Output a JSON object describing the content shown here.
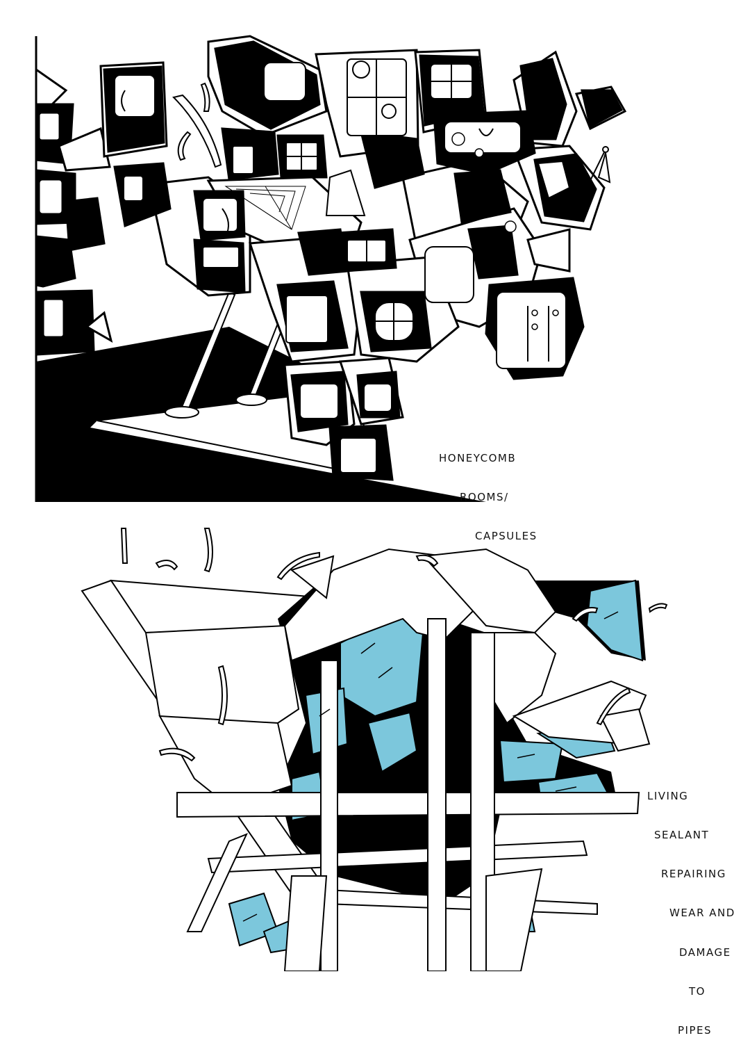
{
  "captions": {
    "top": [
      "HONEYCOMB",
      "ROOMS/",
      "CAPSULES"
    ],
    "bottom": [
      "LIVING",
      "SEALANT",
      "REPAIRING",
      "WEAR AND",
      "DAMAGE",
      "TO",
      "PIPES"
    ]
  },
  "colors": {
    "ink": "#000000",
    "paper": "#ffffff",
    "sealant": "#7cc7dc"
  }
}
